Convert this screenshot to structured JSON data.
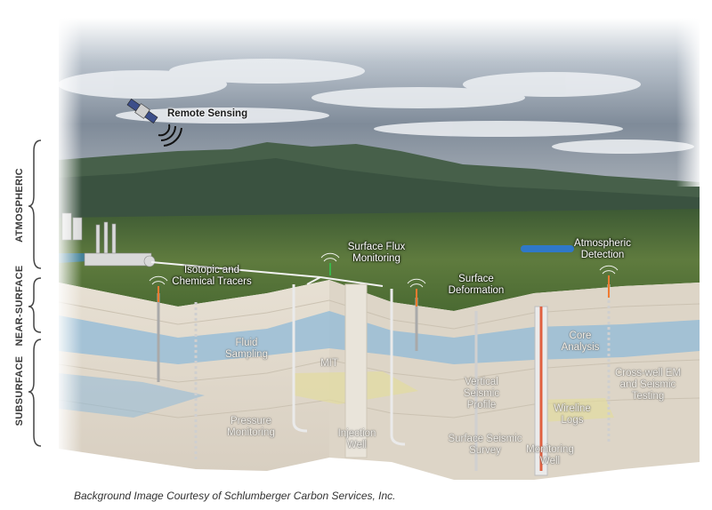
{
  "zones": {
    "atmospheric": "ATMOSPHERIC",
    "near_surface": "NEAR-SURFACE",
    "subsurface": "SUBSURFACE"
  },
  "labels": {
    "remote_sensing": "Remote Sensing",
    "surface_flux": "Surface Flux\nMonitoring",
    "atmospheric_detection": "Atmospheric\nDetection",
    "isotopic": "Isotopic and\nChemical Tracers",
    "surface_deformation": "Surface\nDeformation",
    "fluid_sampling": "Fluid\nSampling",
    "core_analysis": "Core\nAnalysis",
    "mit": "MIT",
    "vertical_seismic": "Vertical\nSeismic\nProfile",
    "crosswell": "Cross-well EM\nand Seismic\nTesting",
    "wireline": "Wireline\nLogs",
    "pressure": "Pressure\nMonitoring",
    "injection_well": "Injection\nWell",
    "surface_seismic": "Surface Seismic\nSurvey",
    "monitoring_well": "Monitoring\nWell"
  },
  "credit": "Background Image Courtesy of Schlumberger Carbon Services, Inc.",
  "icons": [
    "satellite-icon",
    "signal-waves-icon",
    "antenna-icon",
    "power-plant-icon"
  ]
}
